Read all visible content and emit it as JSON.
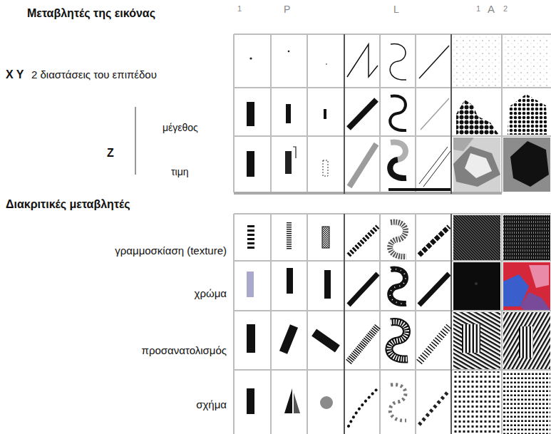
{
  "diagram": {
    "title": "Μεταβλητές της εικόνας",
    "labels": [
      "1",
      "P",
      "L",
      "1",
      "A",
      "2",
      "X Y",
      "2 διαστάσεις του επιπέδου",
      "Z",
      "μέγεθος",
      "τιμη",
      "Διακριτικές μεταβλητές",
      "γραμμοσκίαση (texture)",
      "χρώμα",
      "προσανατολισμός",
      "σχήμα"
    ]
  }
}
